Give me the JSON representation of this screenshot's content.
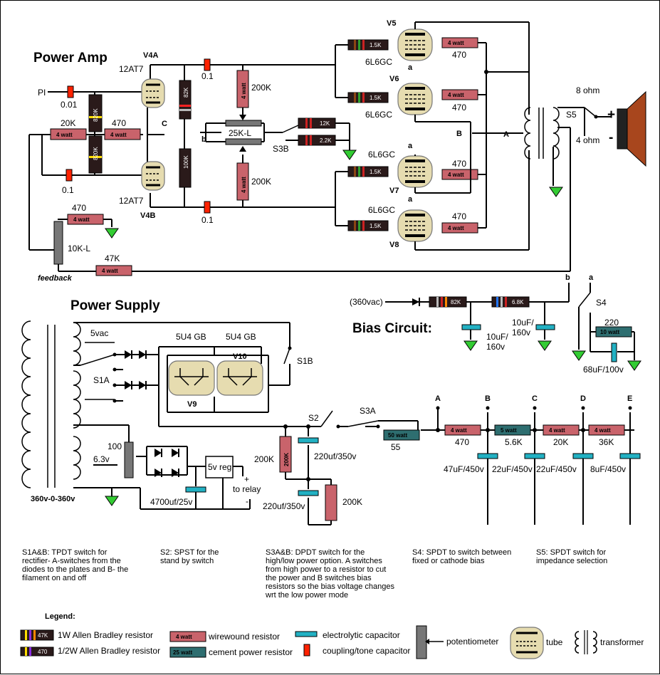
{
  "titles": {
    "power_amp": "Power Amp",
    "power_supply": "Power Supply",
    "bias_circuit": "Bias Circuit:"
  },
  "amp": {
    "v4a": "V4A",
    "v4b": "V4B",
    "tube_top": "12AT7",
    "tube_bot": "12AT7",
    "pi": "PI",
    "c_in": "0.01",
    "r20k": "20K",
    "r470": "470",
    "c01": "0.1",
    "r820k_1": "820K",
    "r820k_2": "820K",
    "c_top": "0.1",
    "c_bot": "0.1",
    "r82k": "82K",
    "r100k": "100K",
    "r200k_top": "200K",
    "r200k_bot": "200K",
    "pot25k": "25K-L",
    "r12k": "12K",
    "r22k": "2.2K",
    "s3b": "S3B",
    "node_b": "b",
    "node_c": "C",
    "fb_470": "470",
    "pot10k": "10K-L",
    "feedback": "feedback",
    "r47k": "47K",
    "watt": "4 watt",
    "v5": "V5",
    "v6": "V6",
    "v7": "V7",
    "v8": "V8",
    "power_tube": "6L6GC",
    "grid_r": "1.5K",
    "screen_r": "470",
    "a_label": "a",
    "node_A": "A",
    "node_B": "B",
    "s5": "S5",
    "ohm8": "8 ohm",
    "ohm4": "4 ohm",
    "plus": "+",
    "minus": "-"
  },
  "bias": {
    "vac": "(360vac)",
    "r82k": "82K",
    "r68k": "6.8K",
    "c1": [
      "10uF/",
      "160v"
    ],
    "c2": [
      "10uF/",
      "160v"
    ],
    "s4": "S4",
    "b": "b",
    "a": "a",
    "r220": "220",
    "r10w": "10 watt",
    "c68": "68uF/100v"
  },
  "supply": {
    "vac5": "5vac",
    "t_5u4_1": "5U4 GB",
    "t_5u4_2": "5U4 GB",
    "v9": "V9",
    "v10": "V10",
    "s1a": "S1A",
    "s1b": "S1B",
    "s2": "S2",
    "s3a": "S3A",
    "r100": "100",
    "v63": "6.3v",
    "vreg": "5v reg",
    "to_relay": "to relay",
    "plus": "+",
    "minus": "-",
    "c4700": "4700uf/25v",
    "hv": "360v-0-360v",
    "r200k_a": "200K",
    "r200k_b": "200K",
    "c220a": "220uf/350v",
    "c220b": "220uf/350v",
    "r50w": "50 watt",
    "r55": "55",
    "nodes": [
      "A",
      "B",
      "C",
      "D",
      "E"
    ],
    "values": [
      "470",
      "5.6K",
      "20K",
      "36K"
    ],
    "wlabels": [
      "4 watt",
      "5 watt",
      "4 watt",
      "4 watt"
    ],
    "caps": [
      "47uF/450v",
      "22uF/450v",
      "22uF/450v",
      "8uF/450v"
    ]
  },
  "notes": [
    "S1A&B: TPDT switch for rectifier- A-switches from the diodes to the plates and B- the filament on and off",
    "S2: SPST for the stand by switch",
    "S3A&B:  DPDT switch for the high/low power option.  A switches from high power to a resistor to cut the power and B switches bias resistors so the bias voltage changes wrt the low power mode",
    "S4: SPDT to switch between fixed or cathode bias",
    "S5: SPDT switch for impedance selection"
  ],
  "legend": {
    "title": "Legend:",
    "ab1w_code": "47K",
    "ab1w": "1W Allen Bradley resistor",
    "ab05w_code": "470",
    "ab05w": "1/2W Allen Bradley resistor",
    "ww_code": "4 watt",
    "ww": "wirewound resistor",
    "cem_code": "25 watt",
    "cem": "cement power resistor",
    "ecap": "electrolytic capacitor",
    "coupling": "coupling/tone capacitor",
    "pot": "potentiometer",
    "tube": "tube",
    "transformer": "transformer"
  },
  "colors": {
    "wirewound": "#c9636b",
    "cement": "#2e6e70",
    "electrolytic": "#22b1c3",
    "coupling": "#ff2200",
    "ground": "#33cc33",
    "tube": "#e6dcb0",
    "speaker": "#a8461d"
  }
}
